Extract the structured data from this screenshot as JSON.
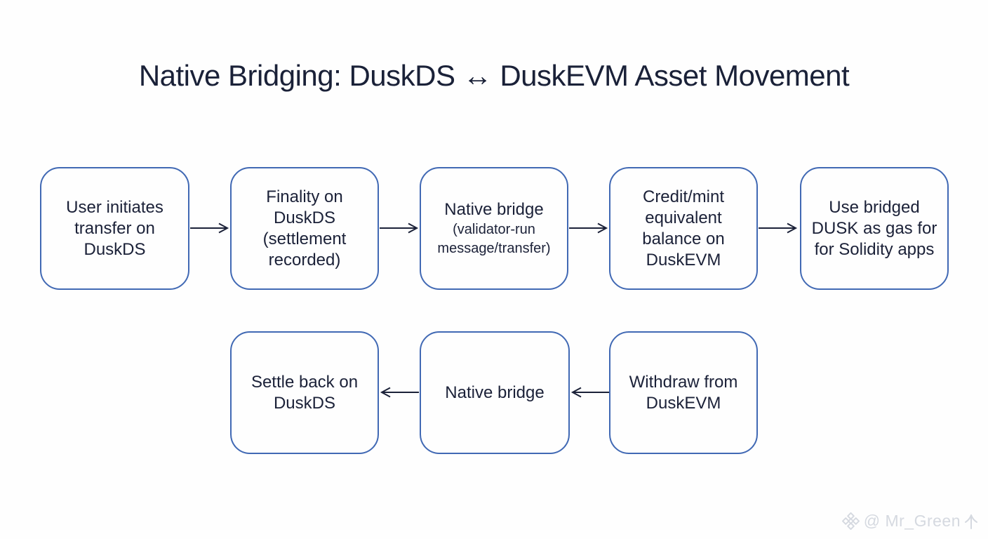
{
  "title": "Native Bridging: DuskDS ↔ DuskEVM Asset Movement",
  "colors": {
    "box_border": "#4169b4",
    "text": "#1b2138",
    "title": "#1a2138",
    "arrow": "#1b2138",
    "watermark": "#d5d9e0",
    "background": "#fefefe"
  },
  "flow": {
    "forward": [
      {
        "lines": [
          "User initiates",
          "transfer on",
          "DuskDS"
        ]
      },
      {
        "lines": [
          "Finality on",
          "DuskDS",
          "(settlement",
          "recorded)"
        ]
      },
      {
        "lines": [
          "Native bridge"
        ],
        "sub_lines": [
          "(validator-run",
          "message/transfer)"
        ]
      },
      {
        "lines": [
          "Credit/mint",
          "equivalent",
          "balance on",
          "DuskEVM"
        ]
      },
      {
        "lines": [
          "Use bridged",
          "DUSK as gas for",
          "for Solidity apps"
        ]
      }
    ],
    "reverse": [
      {
        "lines": [
          "Withdraw from",
          "DuskEVM"
        ]
      },
      {
        "lines": [
          "Native bridge"
        ]
      },
      {
        "lines": [
          "Settle back on",
          "DuskDS"
        ]
      }
    ]
  },
  "watermark": {
    "icon": "gem-icon",
    "handle": "@ Mr_Green",
    "suffix_glyph": "个"
  }
}
